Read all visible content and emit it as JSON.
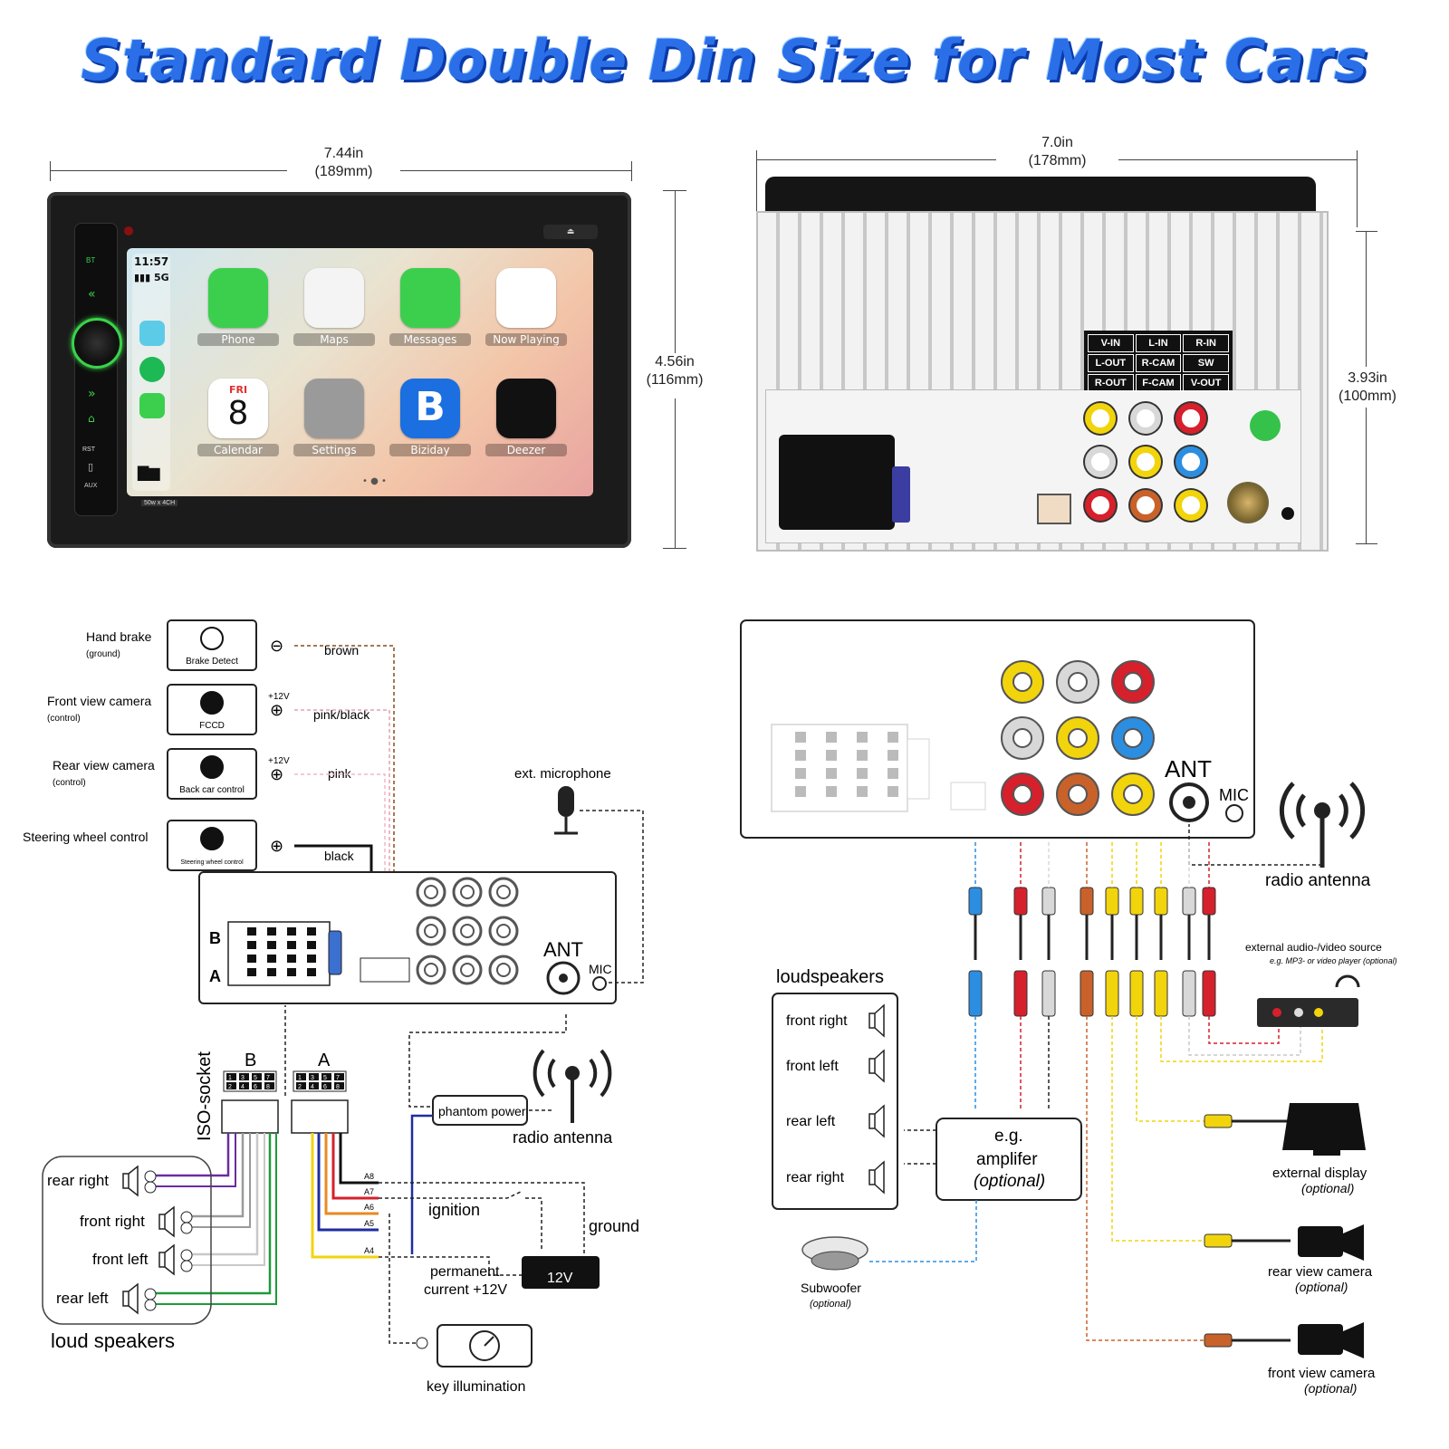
{
  "title": "Standard Double Din Size for Most Cars",
  "front_unit": {
    "width_in": "7.44in",
    "width_mm": "(189mm)",
    "height_in": "4.56in",
    "height_mm": "(116mm)",
    "clock": "11:57",
    "signal": "5G",
    "side_labels": {
      "bt": "BT",
      "rst": "RST",
      "aux": "AUX"
    },
    "power_badge": "50w x 4CH",
    "calendar_day": "FRI",
    "calendar_date": "8",
    "apps": [
      "Phone",
      "Maps",
      "Messages",
      "Now Playing",
      "Calendar",
      "Settings",
      "Biziday",
      "Deezer"
    ],
    "app_colors": [
      "#3ccf4e",
      "#f4f4f4",
      "#3ccf4e",
      "#ffffff",
      "#ffffff",
      "#9a9a9a",
      "#1b6fe0",
      "#111111"
    ]
  },
  "rear_unit": {
    "width_in": "7.0in",
    "width_mm": "(178mm)",
    "height_in": "3.93in",
    "height_mm": "(100mm)",
    "port_table": [
      "V-IN",
      "L-IN",
      "R-IN",
      "L-OUT",
      "R-CAM",
      "SW",
      "R-OUT",
      "F-CAM",
      "V-OUT"
    ]
  },
  "left_wiring": {
    "inputs": [
      {
        "label": "Hand brake",
        "sub": "(ground)",
        "box": "Brake Detect",
        "sign": "⊖",
        "wire": "brown"
      },
      {
        "label": "Front view camera",
        "sub": "(control)",
        "box": "FCCD",
        "volt": "+12V",
        "sign": "⊕",
        "wire": "pink/black"
      },
      {
        "label": "Rear view camera",
        "sub": "(control)",
        "box": "Back car control",
        "volt": "+12V",
        "sign": "⊕",
        "wire": "pink"
      },
      {
        "label": "Steering wheel control",
        "sub": "",
        "box": "Steering wheel control",
        "sign": "⊕",
        "wire": "black"
      }
    ],
    "ext_microphone": "ext. microphone",
    "ant": "ANT",
    "mic": "MIC",
    "conn_b": "B",
    "conn_a": "A",
    "iso_socket": "ISO-socket",
    "phantom_power": "phantom power",
    "radio_antenna": "radio antenna",
    "pins_top": [
      "1",
      "3",
      "5",
      "7"
    ],
    "pins_bottom": [
      "2",
      "4",
      "6",
      "8"
    ],
    "pin_labels": [
      "A8",
      "A7",
      "A6",
      "A5",
      "A4"
    ],
    "ignition": "ignition",
    "ground": "ground",
    "permanent_current": "permanent\ncurrent +12V",
    "battery": "12V",
    "key_illumination": "key illumination",
    "speakers": [
      "rear right",
      "front right",
      "front left",
      "rear left"
    ],
    "loud_speakers": "loud speakers"
  },
  "right_wiring": {
    "ant": "ANT",
    "mic": "MIC",
    "radio_antenna": "radio antenna",
    "ext_av": "external audio-/video source",
    "ext_av_sub": "e.g. MP3- or video player (optional)",
    "loudspeakers_title": "loudspeakers",
    "loudspeakers": [
      "front right",
      "front left",
      "rear left",
      "rear right"
    ],
    "amplifier": "e.g.\namplifer\n(optional)",
    "subwoofer": "Subwoofer",
    "subwoofer_sub": "(optional)",
    "external_display": "external display",
    "external_display_sub": "(optional)",
    "rear_camera": "rear view camera",
    "rear_camera_sub": "(optional)",
    "front_camera": "front view camera",
    "front_camera_sub": "(optional)"
  },
  "colors": {
    "title_blue": "#2b6fe8",
    "rca_yellow": "#f2d40c",
    "rca_red": "#d6202c",
    "rca_white": "#d8d8d8",
    "rca_blue": "#2c8ee0",
    "rca_orange": "#c8622a",
    "wire_purple": "#6a2ca0",
    "wire_green": "#1e9a3a",
    "wire_grey": "#9a9a9a"
  }
}
